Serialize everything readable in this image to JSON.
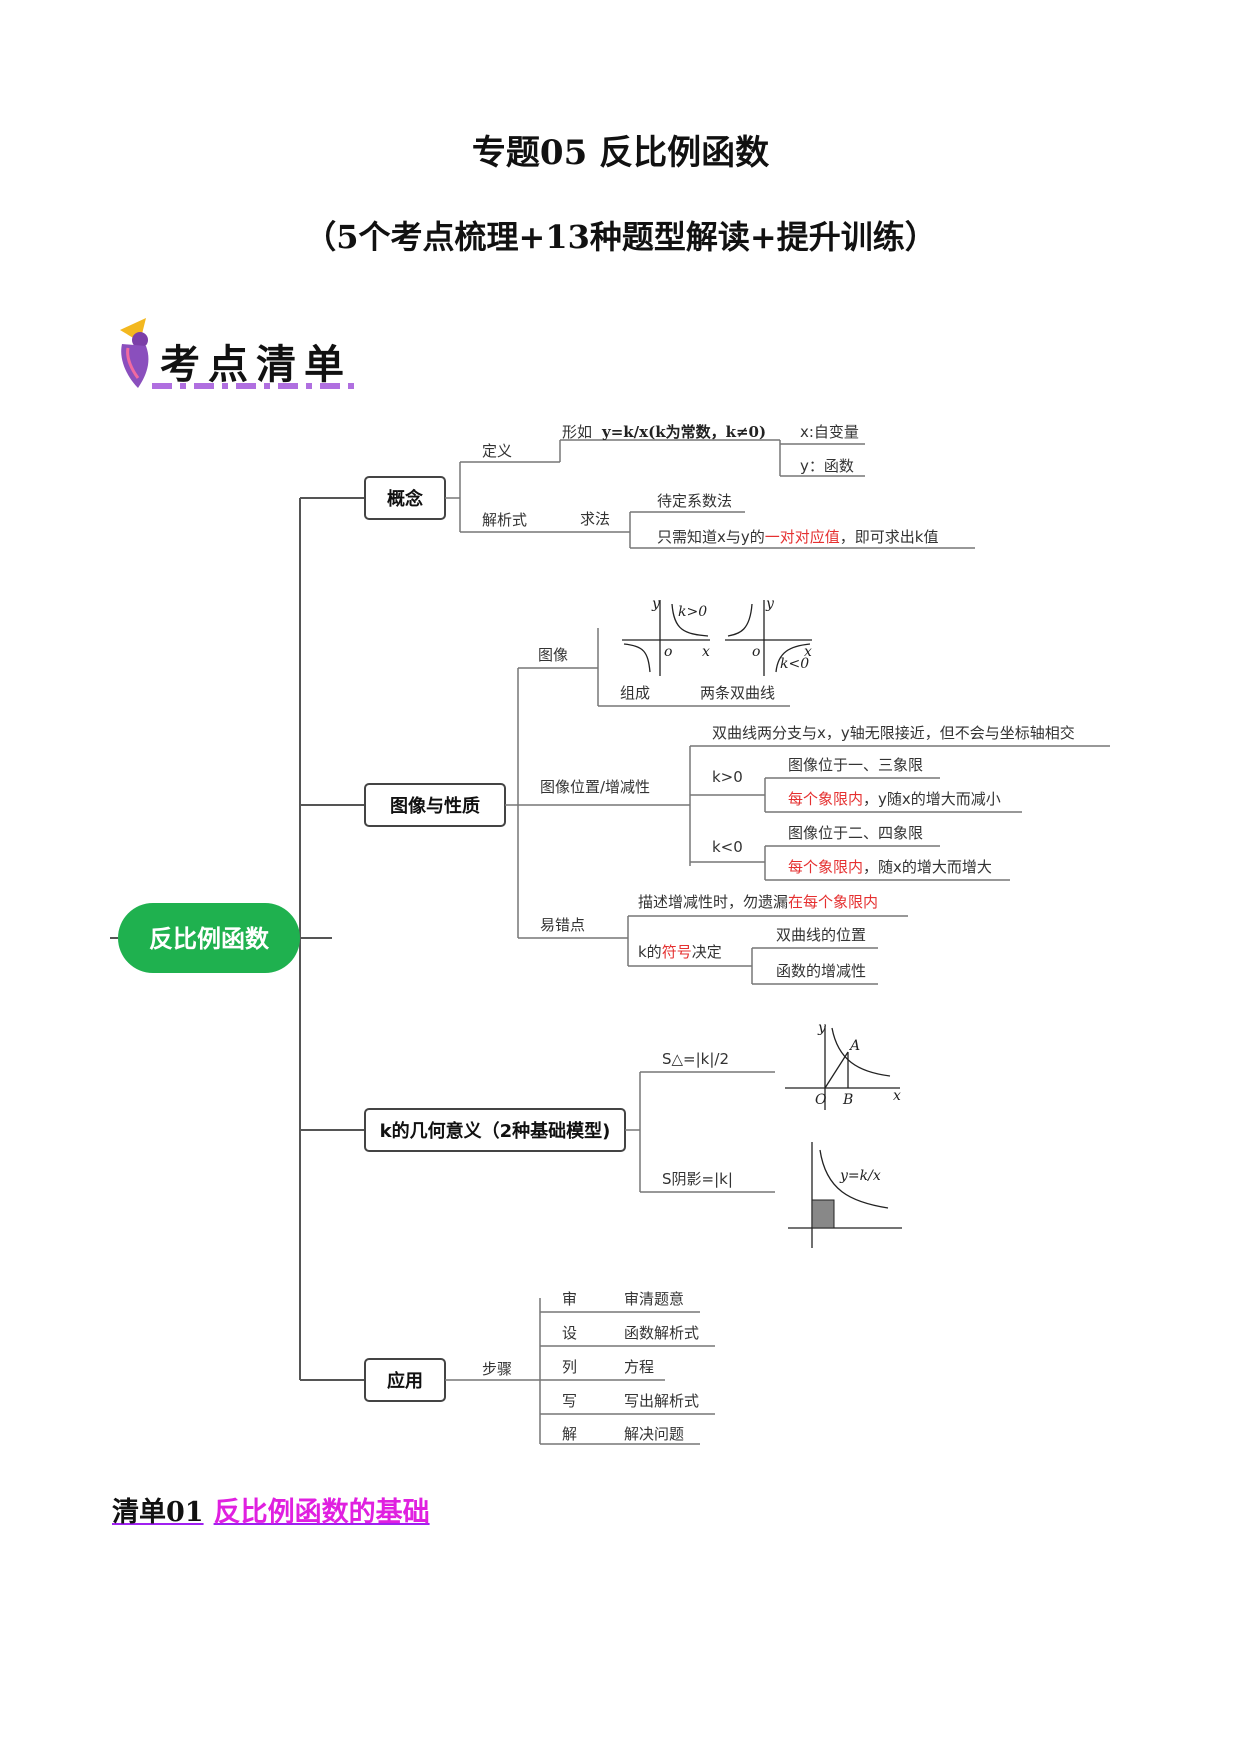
{
  "header": {
    "title": "专题05 反比例函数",
    "subtitle": "（5个考点梳理+13种题型解读+提升训练）"
  },
  "banner": {
    "text": "考点清单"
  },
  "mindmap": {
    "root": "反比例函数",
    "concept": {
      "label": "概念",
      "definition": "定义",
      "form_prefix": "形如",
      "form_formula": "y=k/x(k为常数，k≠0)",
      "x_var": "x:自变量",
      "y_var": "y：函数",
      "analytic": "解析式",
      "method": "求法",
      "method_a": "待定系数法",
      "method_b_pre": "只需知道x与y的",
      "method_b_red": "一对对应值",
      "method_b_post": "，即可求出k值"
    },
    "graph": {
      "label": "图像与性质",
      "image": "图像",
      "k_pos": "k>0",
      "k_neg": "k<0",
      "composition": "组成",
      "two_curves": "两条双曲线",
      "position": "图像位置/增减性",
      "asymptote": "双曲线两分支与x，y轴无限接近，但不会与坐标轴相交",
      "kgt0": "k>0",
      "kgt0_quad": "图像位于一、三象限",
      "kgt0_mono_red": "每个象限内",
      "kgt0_mono_rest": "，y随x的增大而减小",
      "klt0": "k<0",
      "klt0_quad": "图像位于二、四象限",
      "klt0_mono_red": "每个象限内",
      "klt0_mono_rest": "，随x的增大而增大",
      "pitfall": "易错点",
      "pitfall_a_pre": "描述增减性时，勿遗漏",
      "pitfall_a_red": "在每个象限内",
      "pitfall_b_pre": "k的",
      "pitfall_b_red": "符号",
      "pitfall_b_post": "决定",
      "pitfall_b1": "双曲线的位置",
      "pitfall_b2": "函数的增减性"
    },
    "geometry": {
      "label": "k的几何意义（2种基础模型)",
      "model1": "S△=|k|/2",
      "model2": "S阴影=|k|"
    },
    "application": {
      "label": "应用",
      "steps": "步骤",
      "items": [
        {
          "key": "审",
          "value": "审清题意"
        },
        {
          "key": "设",
          "value": "函数解析式"
        },
        {
          "key": "列",
          "value": "方程"
        },
        {
          "key": "写",
          "value": "写出解析式"
        },
        {
          "key": "解",
          "value": "解决问题"
        }
      ]
    }
  },
  "section": {
    "prefix": "清单01",
    "name": "反比例函数的基础"
  },
  "colors": {
    "root_green": "#1fb14f",
    "red": "#e53030",
    "magenta": "#e020e0",
    "purple": "#a020f0"
  }
}
